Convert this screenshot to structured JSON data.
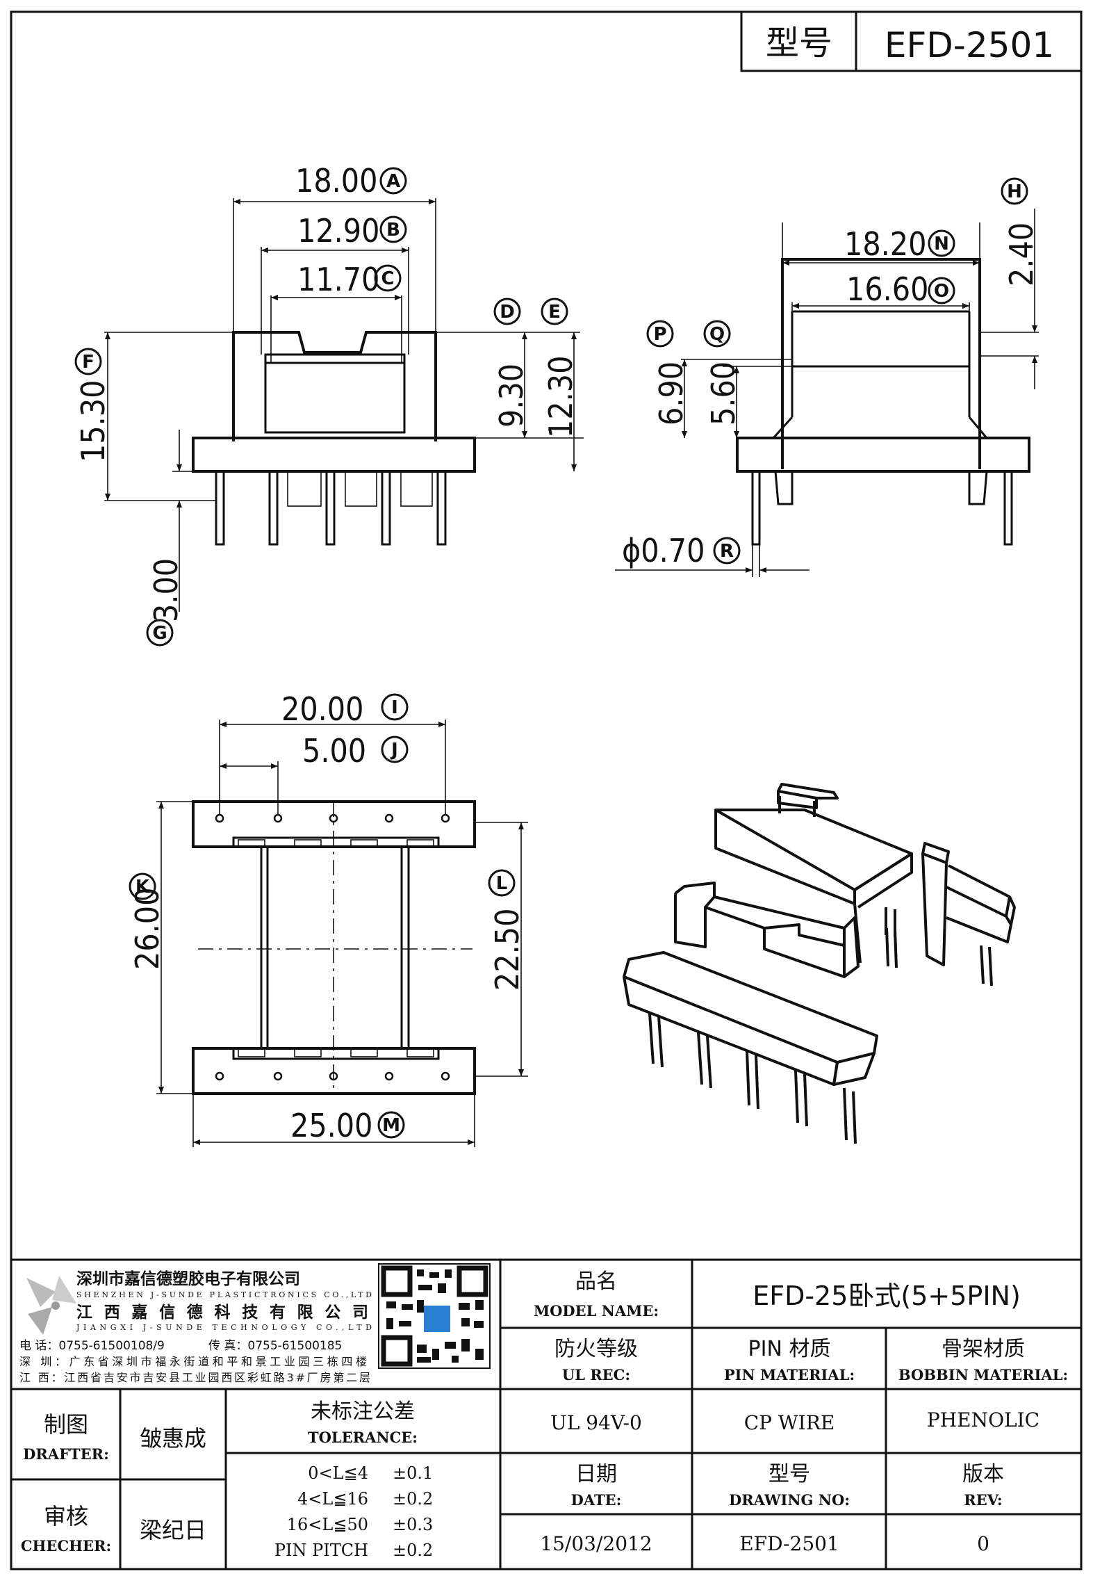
{
  "header": {
    "label_model": "型号",
    "model": "EFD-2501"
  },
  "dimensions": {
    "A": "18.00",
    "B": "12.90",
    "C": "11.70",
    "D": "9.30",
    "E": "12.30",
    "F": "15.30",
    "G": "3.00",
    "H": "2.40",
    "N": "18.20",
    "O": "16.60",
    "P": "6.90",
    "Q": "5.60",
    "R": "ϕ0.70",
    "I": "20.00",
    "J": "5.00",
    "K": "26.00",
    "L": "22.50",
    "M": "25.00"
  },
  "callouts": {
    "A": "A",
    "B": "B",
    "C": "C",
    "D": "D",
    "E": "E",
    "F": "F",
    "G": "G",
    "H": "H",
    "N": "N",
    "O": "O",
    "P": "P",
    "Q": "Q",
    "R": "R",
    "I": "I",
    "J": "J",
    "K": "K",
    "L": "L",
    "M": "M"
  },
  "company": {
    "name_cn_1": "深圳市嘉信德塑胶电子有限公司",
    "name_en_1": "SHENZHEN J-SUNDE PLASTICTRONICS CO.,LTD",
    "name_cn_2": "江西嘉信德科技有限公司",
    "name_en_2": "JIANGXI J-SUNDE TECHNOLOGY CO.,LTD",
    "phone": "电 话：0755-61500108/9",
    "fax": "传 真：0755-61500185",
    "addr_sz": "深 圳：广东省深圳市福永街道和平和景工业园三栋四楼",
    "addr_jx": "江 西：江西省吉安市吉安县工业园西区彩虹路3#厂房第二层"
  },
  "title_block": {
    "model_name_cn": "品名",
    "model_name_en": "MODEL NAME:",
    "model_name_value": "EFD-25卧式(5+5PIN)",
    "ul_cn": "防火等级",
    "ul_en": "UL REC:",
    "pin_cn": "PIN 材质",
    "pin_en": "PIN MATERIAL:",
    "bobbin_cn": "骨架材质",
    "bobbin_en": "BOBBIN MATERIAL:",
    "ul_value": "UL 94V-0",
    "pin_value": "CP WIRE",
    "bobbin_value": "PHENOLIC",
    "drafter_cn": "制图",
    "drafter_en": "DRAFTER:",
    "drafter_name": "皱惠成",
    "checker_cn": "审核",
    "checker_en": "CHECHER:",
    "checker_name": "梁纪日",
    "tol_cn": "未标注公差",
    "tol_en": "TOLERANCE:",
    "tolerances": [
      {
        "range": "0<L≦4",
        "value": "±0.1"
      },
      {
        "range": "4<L≦16",
        "value": "±0.2"
      },
      {
        "range": "16<L≦50",
        "value": "±0.3"
      },
      {
        "range": "PIN PITCH",
        "value": "±0.2"
      }
    ],
    "date_cn": "日期",
    "date_en": "DATE:",
    "date_value": "15/03/2012",
    "drawing_cn": "型号",
    "drawing_en": "DRAWING NO:",
    "drawing_value": "EFD-2501",
    "rev_cn": "版本",
    "rev_en": "REV:",
    "rev_value": "0"
  }
}
